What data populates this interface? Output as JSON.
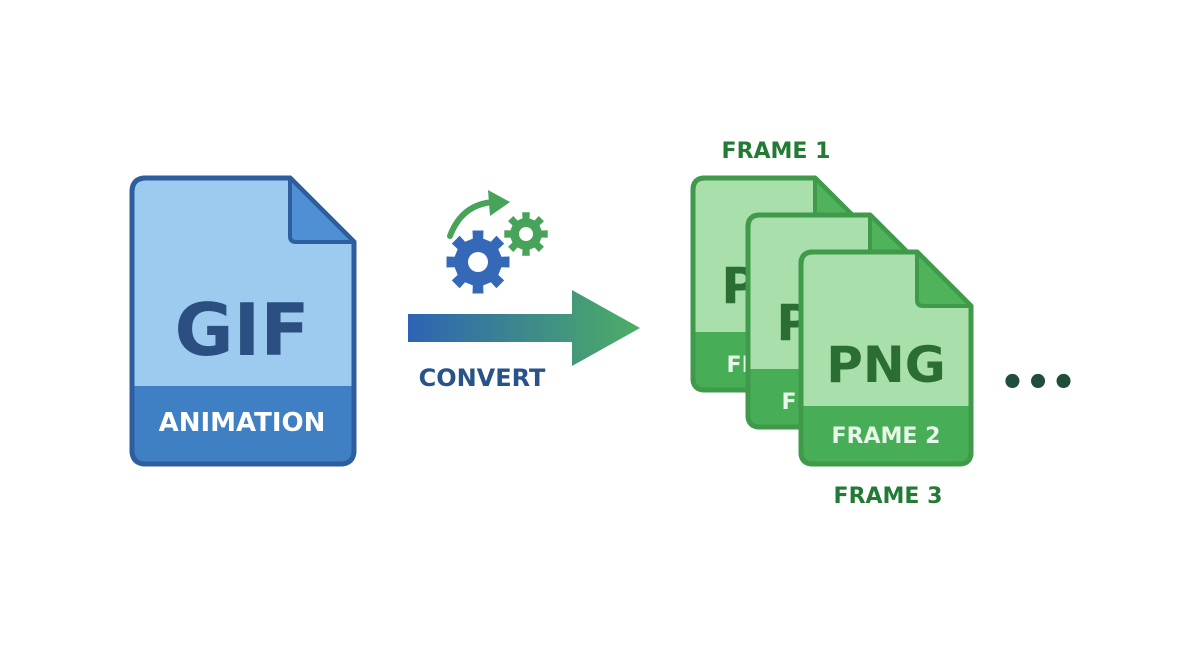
{
  "colors": {
    "gif_fill": "#9dcbf0",
    "gif_outline": "#2f5e9e",
    "gif_band": "#3f7fc4",
    "gif_fold": "#4f8fd6",
    "gif_text": "#2b4f80",
    "gif_band_text": "#ffffff",
    "png_fill": "#a9dfaa",
    "png_outline": "#3f9a4a",
    "png_band": "#48ad57",
    "png_fold": "#4fb35c",
    "png_text": "#2a6e34",
    "png_band_text": "#e9f7ea",
    "label_green": "#237a34",
    "arrow_blue": "#2e63b4",
    "arrow_green": "#4cae64",
    "convert_text": "#28528a",
    "gear_blue": "#3668b8",
    "gear_green": "#47a25a",
    "dots": "#1f4e3a"
  },
  "icons": {
    "gif_file": "gif-file-icon",
    "png_file": "png-file-icon",
    "gears": "gears-icon",
    "arrow": "convert-arrow-icon",
    "more": "ellipsis-icon"
  },
  "gif_file": {
    "type_label": "GIF",
    "band_label": "ANIMATION"
  },
  "convert": {
    "label": "CONVERT"
  },
  "frames": [
    {
      "type_label": "PNG",
      "band_label": "FRAME 1",
      "caption": "FRAME 1"
    },
    {
      "type_label": "PNG",
      "band_label": "FRAME 2"
    },
    {
      "type_label": "PNG",
      "band_label": "FRAME 2",
      "caption": "FRAME 3"
    }
  ],
  "more": {
    "label": "•••"
  }
}
